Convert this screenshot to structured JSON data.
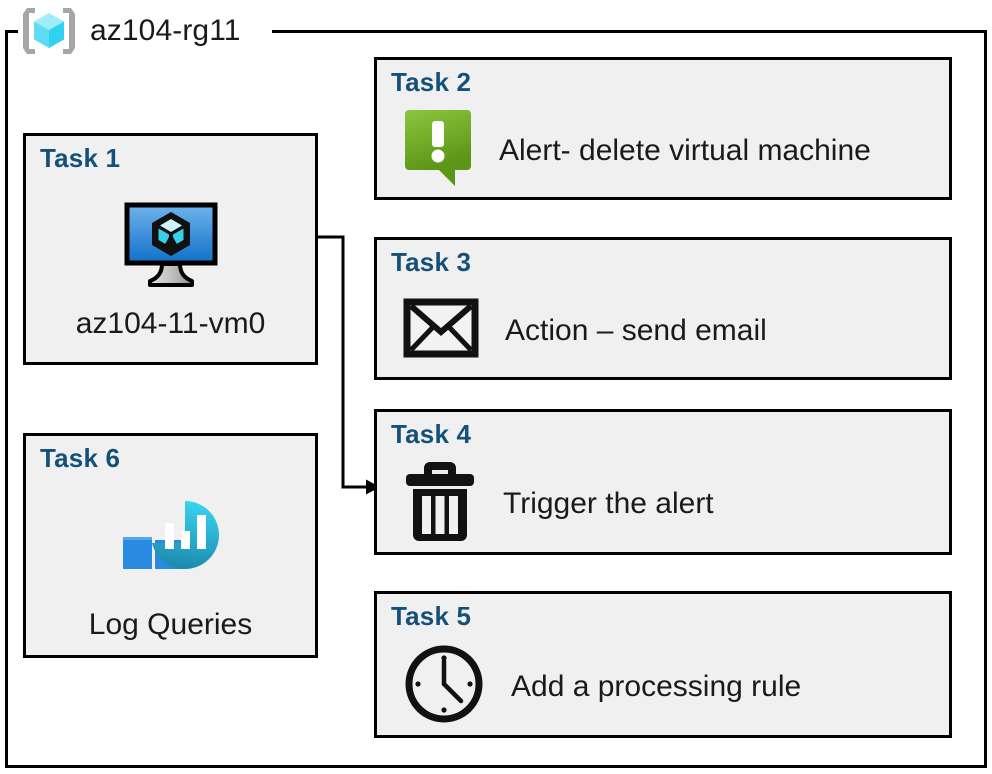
{
  "resource_group": {
    "name": "az104-rg11",
    "icon": "resource-group-cube-icon"
  },
  "colors": {
    "task_label": "#15507B",
    "card_background": "#F0F0F0",
    "card_border": "#000000",
    "alert_green_light": "#8CC63E",
    "alert_green_dark": "#5A9216",
    "vm_blue_light": "#5FA8E8",
    "vm_blue_dark": "#1A72C4",
    "log_square_blue": "#2A8AE0",
    "log_circle_cyan": "#32C8E8",
    "log_circle_teal": "#1E8CAE",
    "rg_cube_cyan": "#2FD2F0",
    "rg_bracket_gray": "#A6A6A6"
  },
  "cards": [
    {
      "id": "task-1",
      "title": "Task 1",
      "text": "az104-11-vm0",
      "icon": "virtual-machine-icon",
      "layout": "tall"
    },
    {
      "id": "task-2",
      "title": "Task 2",
      "text": "Alert- delete virtual machine",
      "icon": "alert-exclamation-icon",
      "layout": "wide"
    },
    {
      "id": "task-3",
      "title": "Task 3",
      "text": "Action – send email",
      "icon": "email-envelope-icon",
      "layout": "wide"
    },
    {
      "id": "task-4",
      "title": "Task 4",
      "text": "Trigger the alert",
      "icon": "trash-can-icon",
      "layout": "wide"
    },
    {
      "id": "task-5",
      "title": "Task 5",
      "text": "Add a processing rule",
      "icon": "clock-icon",
      "layout": "wide"
    },
    {
      "id": "task-6",
      "title": "Task 6",
      "text": "Log Queries",
      "icon": "log-analytics-icon",
      "layout": "tall"
    }
  ],
  "connector": {
    "from": "task-1",
    "to": "task-4",
    "style": "orthogonal-arrow"
  }
}
